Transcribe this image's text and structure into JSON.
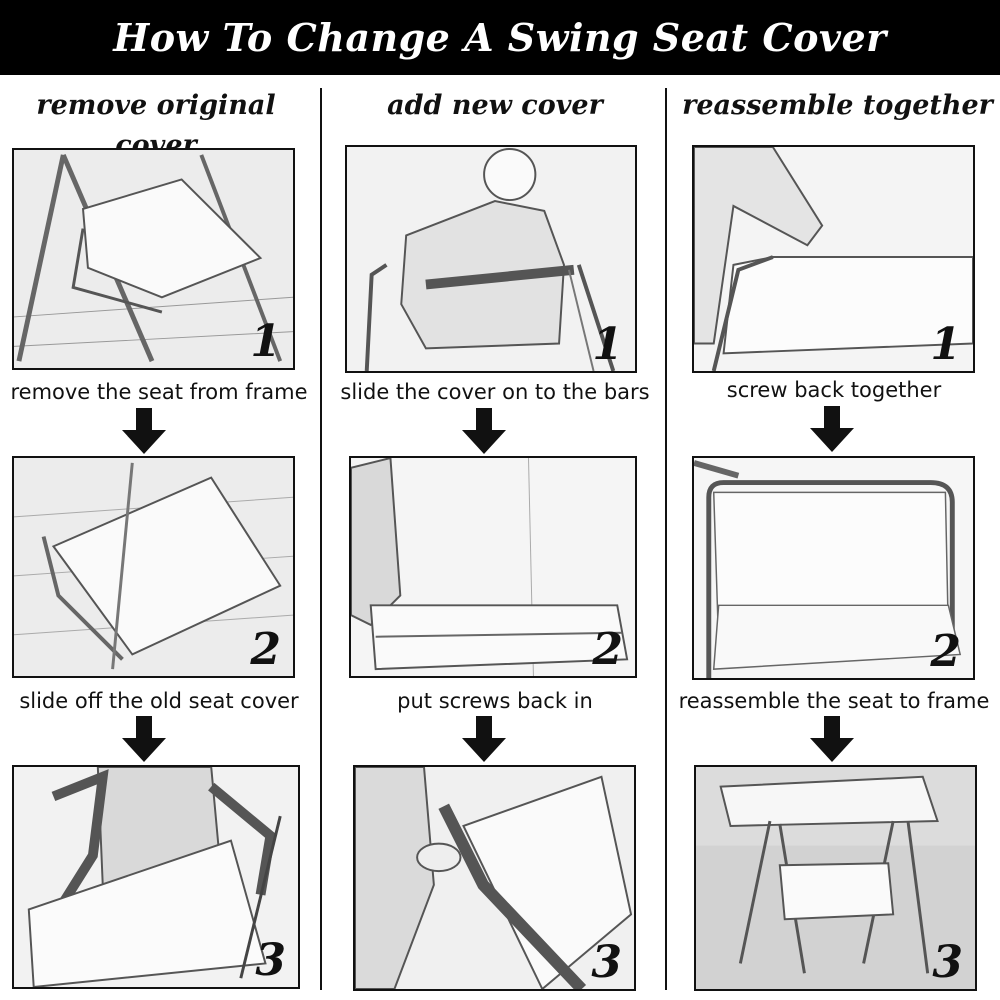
{
  "title": "How To Change A Swing Seat Cover",
  "columns": [
    {
      "heading": "remove original cover",
      "steps": [
        {
          "number": "1",
          "caption": "remove the seat from frame"
        },
        {
          "number": "2",
          "caption": "slide off the old seat cover"
        },
        {
          "number": "3",
          "caption": ""
        }
      ]
    },
    {
      "heading": "add new cover",
      "steps": [
        {
          "number": "1",
          "caption": "slide the cover on to the bars"
        },
        {
          "number": "2",
          "caption": "put screws back in"
        },
        {
          "number": "3",
          "caption": ""
        }
      ]
    },
    {
      "heading": "reassemble together",
      "steps": [
        {
          "number": "1",
          "caption": "screw back together"
        },
        {
          "number": "2",
          "caption": "reassemble the seat to frame"
        },
        {
          "number": "3",
          "caption": ""
        }
      ]
    }
  ],
  "colors": {
    "banner": "#000000",
    "banner_text": "#ffffff",
    "ink": "#111111"
  }
}
